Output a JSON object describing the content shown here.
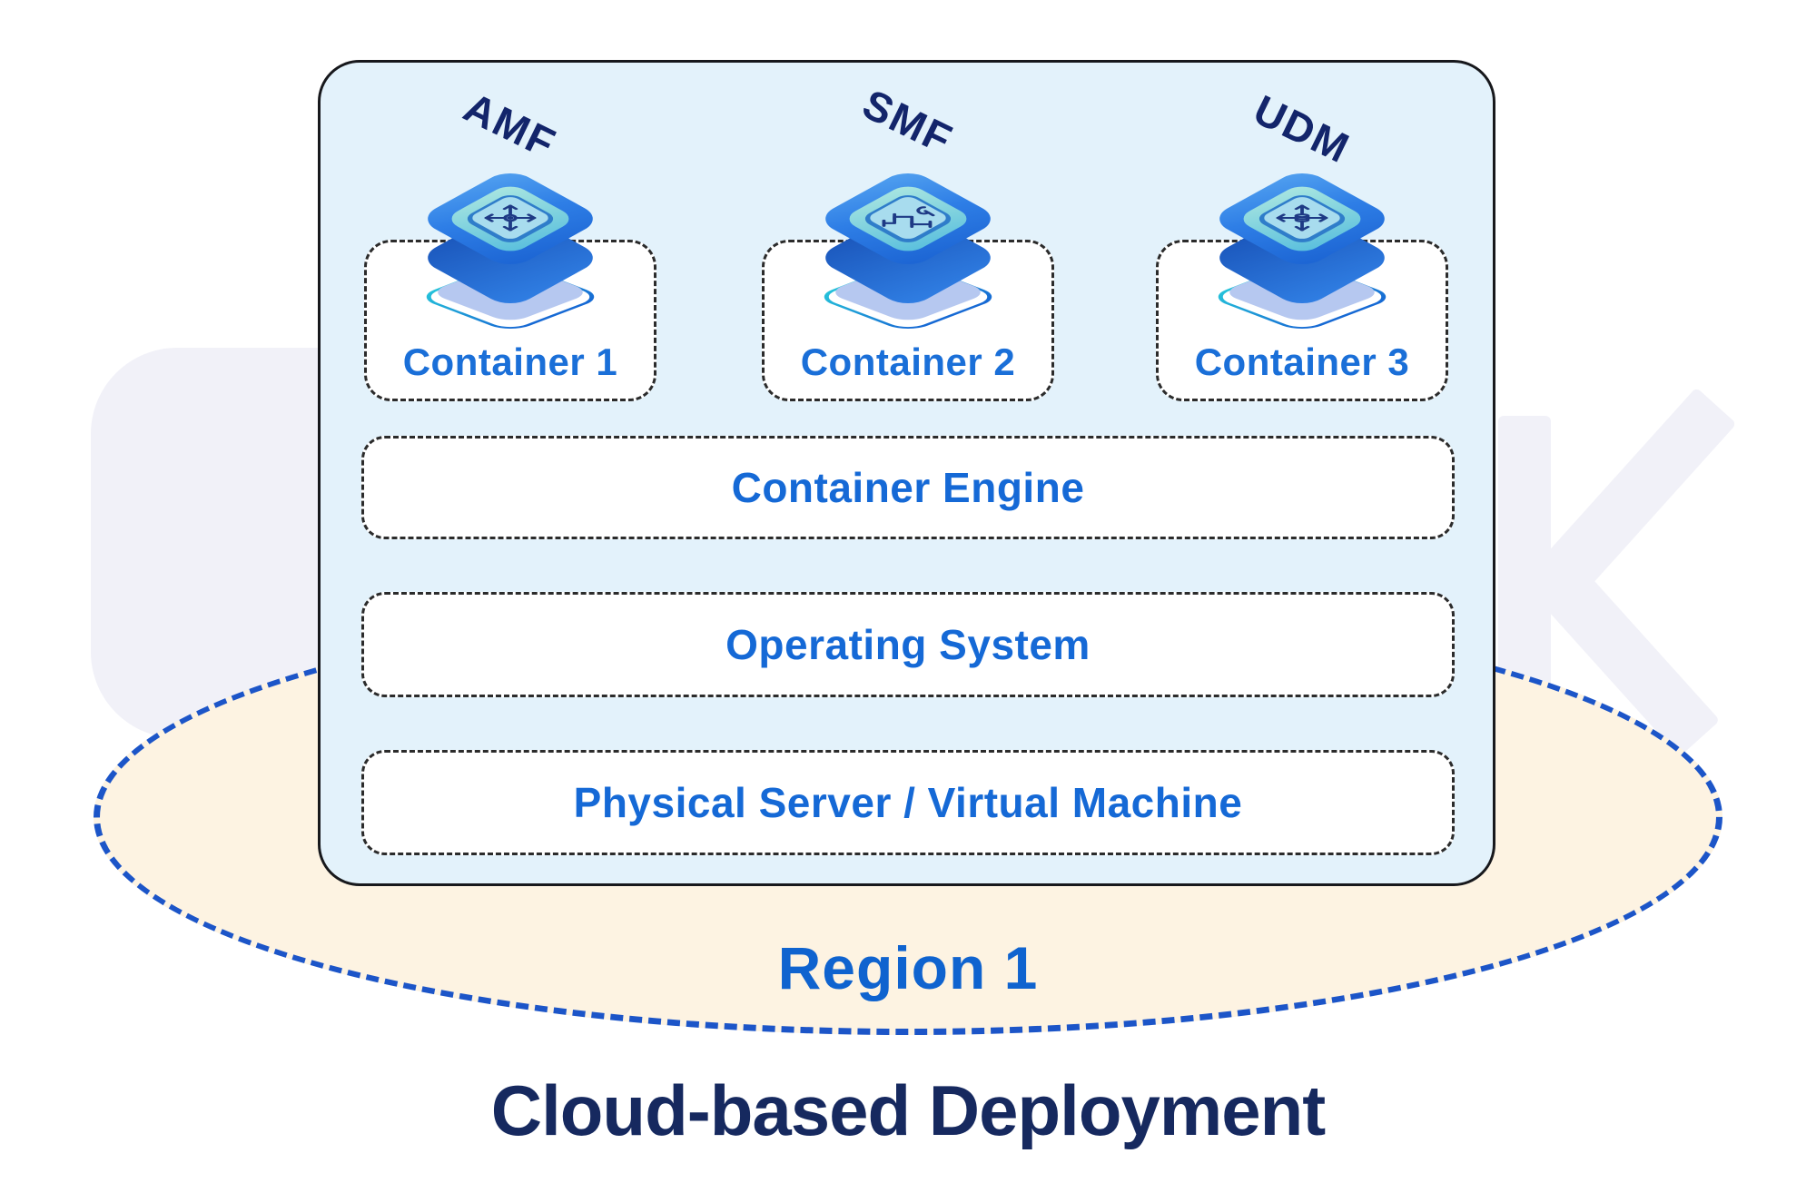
{
  "title": "Cloud-based Deployment",
  "region": {
    "label": "Region 1"
  },
  "stack": {
    "containers": [
      {
        "nf": "AMF",
        "label": "Container 1",
        "icon": "scale-out-arrows-gear-icon"
      },
      {
        "nf": "SMF",
        "label": "Container 2",
        "icon": "pipeline-wrench-icon"
      },
      {
        "nf": "UDM",
        "label": "Container 3",
        "icon": "scale-out-arrows-database-icon"
      }
    ],
    "layers": [
      "Container Engine",
      "Operating System",
      "Physical Server / Virtual Machine"
    ]
  },
  "watermark": {
    "right_glyph": "K"
  },
  "colors": {
    "main_box_fill": "#e3f2fb",
    "main_box_border": "#17181c",
    "blue_text": "#1569d6",
    "navy_text": "#13256b",
    "title_text": "#16295f",
    "region_text": "#0f63cf",
    "ellipse_fill": "#fdf3e2",
    "ellipse_border": "#1c55c8",
    "cube_blue": "#2e7ee6",
    "cube_mint": "#8fd8e0",
    "watermark": "#f1f1f8"
  }
}
